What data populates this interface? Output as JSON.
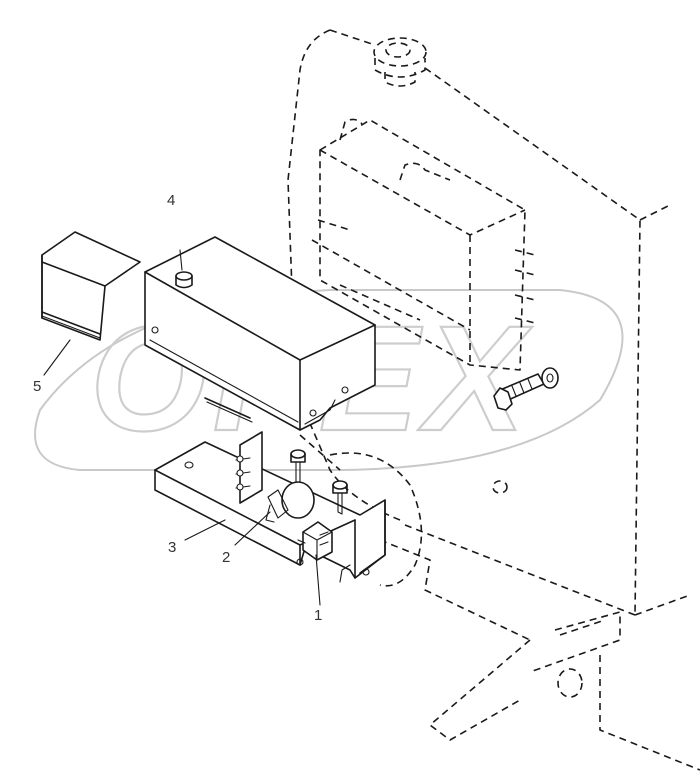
{
  "callouts": [
    {
      "id": "1",
      "text": "1"
    },
    {
      "id": "2",
      "text": "2"
    },
    {
      "id": "3",
      "text": "3"
    },
    {
      "id": "4",
      "text": "4"
    },
    {
      "id": "5",
      "text": "5"
    }
  ],
  "watermark": "OPEX",
  "colors": {
    "line": "#1a1a1a",
    "watermark": "#c9c9c9",
    "background": "#ffffff"
  }
}
